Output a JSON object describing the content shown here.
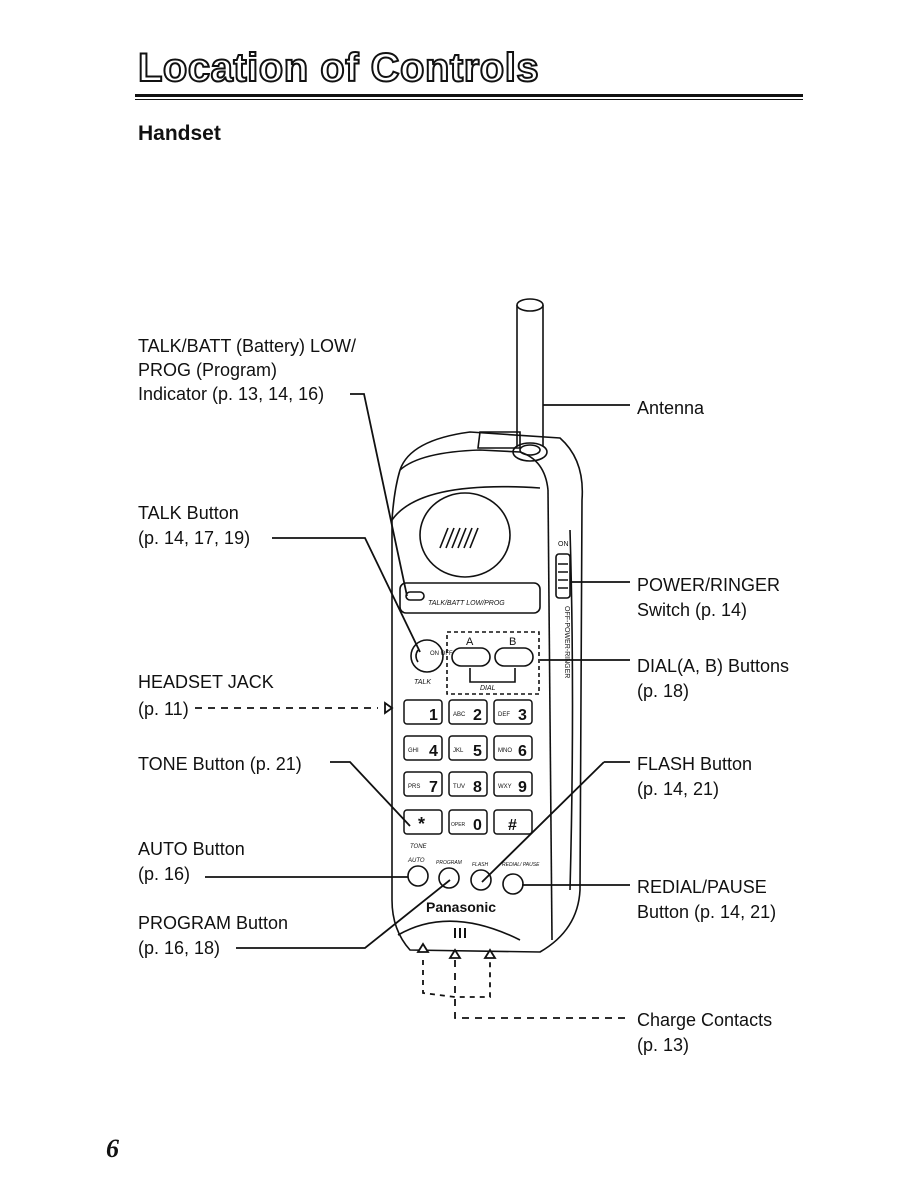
{
  "page": {
    "title": "Location of Controls",
    "section": "Handset",
    "page_number": "6"
  },
  "labels": {
    "talk_batt_1": "TALK/BATT (Battery) LOW/",
    "talk_batt_2": "PROG (Program)",
    "talk_batt_3": "Indicator (p. 13, 14, 16)",
    "antenna": "Antenna",
    "talk_button_1": "TALK Button",
    "talk_button_2": "(p. 14, 17, 19)",
    "power_ringer_1": "POWER/RINGER",
    "power_ringer_2": "Switch (p. 14)",
    "headset_1": "HEADSET JACK",
    "headset_2": "(p. 11)",
    "dial_1": "DIAL(A, B) Buttons",
    "dial_2": "(p. 18)",
    "tone_1": "TONE Button (p. 21)",
    "flash_1": "FLASH Button",
    "flash_2": "(p. 14, 21)",
    "auto_1": "AUTO Button",
    "auto_2": "(p. 16)",
    "redial_1": "REDIAL/PAUSE",
    "redial_2": "Button (p. 14, 21)",
    "program_1": "PROGRAM Button",
    "program_2": "(p. 16, 18)",
    "charge_1": "Charge Contacts",
    "charge_2": "(p. 13)"
  },
  "handset": {
    "indicator_text": "TALK/BATT LOW/PROG",
    "onoff_text": "ON OFF",
    "talk_text": "TALK",
    "dial_text": "DIAL",
    "btn_a": "A",
    "btn_b": "B",
    "switch_on": "ON",
    "switch_side": "OFF-POWER-RINGER",
    "brand": "Panasonic",
    "tone_text": "TONE",
    "auto_text": "AUTO",
    "program_text": "PROGRAM",
    "flash_text": "FLASH",
    "redial_text": "REDIAL/ PAUSE",
    "keys": [
      {
        "letters": "",
        "digit": "1"
      },
      {
        "letters": "ABC",
        "digit": "2"
      },
      {
        "letters": "DEF",
        "digit": "3"
      },
      {
        "letters": "GHI",
        "digit": "4"
      },
      {
        "letters": "JKL",
        "digit": "5"
      },
      {
        "letters": "MNO",
        "digit": "6"
      },
      {
        "letters": "PRS",
        "digit": "7"
      },
      {
        "letters": "TUV",
        "digit": "8"
      },
      {
        "letters": "WXY",
        "digit": "9"
      },
      {
        "letters": "",
        "digit": "*"
      },
      {
        "letters": "OPER",
        "digit": "0"
      },
      {
        "letters": "",
        "digit": "#"
      }
    ]
  }
}
